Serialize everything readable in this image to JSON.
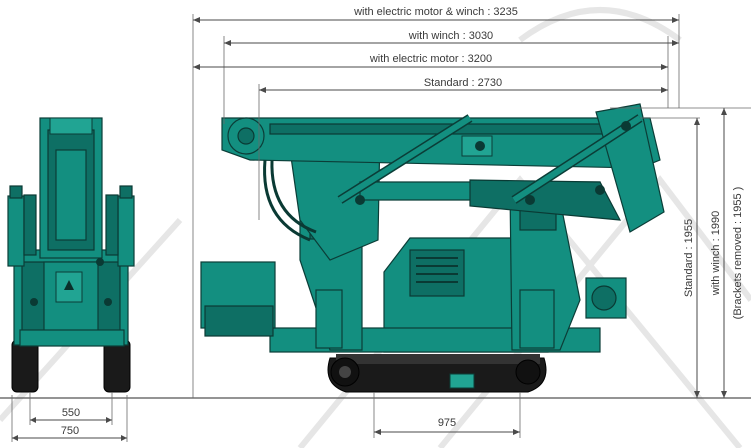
{
  "dimensions": {
    "top": [
      {
        "label": "with electric motor & winch : 3235"
      },
      {
        "label": "with winch : 3030"
      },
      {
        "label": "with electric motor : 3200"
      },
      {
        "label": "Standard : 2730"
      }
    ],
    "vertical": [
      {
        "label": "Standard : 1955"
      },
      {
        "label": "with winch : 1990"
      },
      {
        "label": "(Brackets removed : 1955 )"
      }
    ],
    "front_width_inner": "550",
    "front_width_outer": "750",
    "track_length": "975"
  },
  "colors": {
    "machine": "#138f80",
    "machine_dark": "#0e6f64",
    "outline": "#0b3d37",
    "track": "#1a1a1a",
    "dimension": "#4a4a4a"
  }
}
